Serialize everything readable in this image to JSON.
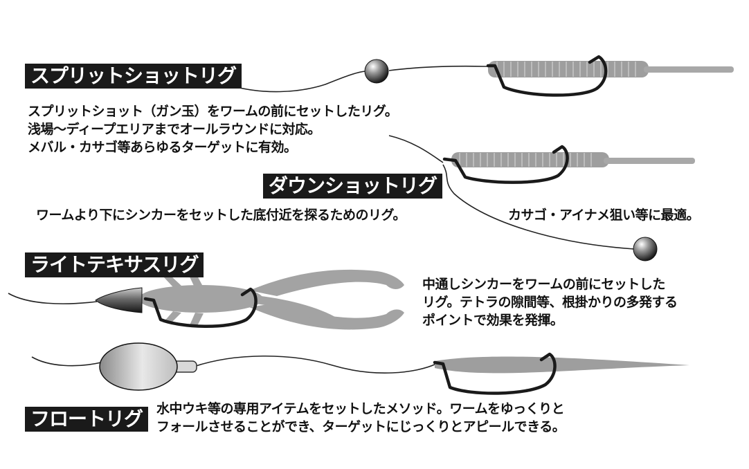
{
  "colors": {
    "label_bg": "#1a1a1a",
    "label_text": "#ffffff",
    "text": "#111111",
    "worm": "#9e9e9e",
    "line": "#222222"
  },
  "rigs": {
    "split_shot": {
      "title": "スプリットショットリグ",
      "lines": [
        "スプリットショット（ガン玉）をワームの前にセットしたリグ。",
        "浅場〜ディープエリアまでオールラウンドに対応。",
        "メバル・カサゴ等あらゆるターゲットに有効。"
      ]
    },
    "down_shot": {
      "title": "ダウンショットリグ",
      "line_left": "ワームより下にシンカーをセットした底付近を探るためのリグ。",
      "line_right": "カサゴ・アイナメ狙い等に最適。"
    },
    "light_texas": {
      "title": "ライトテキサスリグ",
      "lines": [
        "中通しシンカーをワームの前にセットした",
        "リグ。テトラの隙間等、根掛かりの多発する",
        "ポイントで効果を発揮。"
      ]
    },
    "float": {
      "title": "フロートリグ",
      "lines": [
        "水中ウキ等の専用アイテムをセットしたメソッド。ワームをゆっくりと",
        "フォールさせることができ、ターゲットにじっくりとアピールできる。"
      ]
    }
  }
}
